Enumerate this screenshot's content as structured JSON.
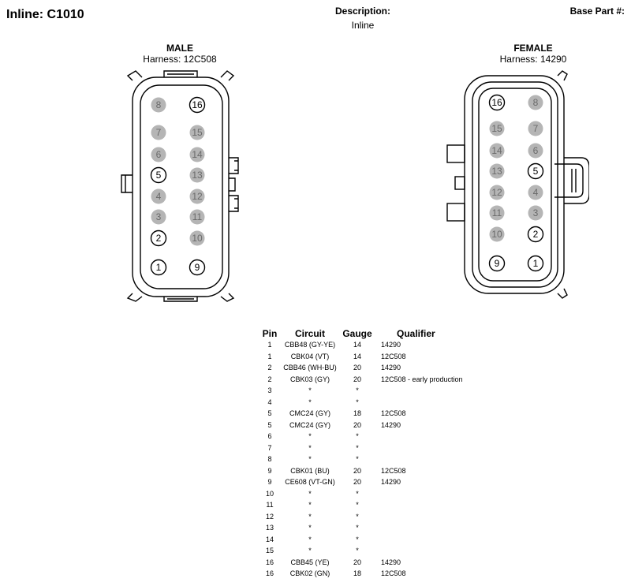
{
  "header": {
    "title": "Inline: C1010",
    "description_label": "Description:",
    "description_value": "Inline",
    "base_part_label": "Base Part #:"
  },
  "male": {
    "label": "MALE",
    "harness": "Harness: 12C508",
    "pins": [
      {
        "label": "8",
        "filled": true
      },
      {
        "label": "16",
        "filled": false
      },
      {
        "label": "7",
        "filled": true
      },
      {
        "label": "15",
        "filled": true
      },
      {
        "label": "6",
        "filled": true
      },
      {
        "label": "14",
        "filled": true
      },
      {
        "label": "5",
        "filled": false
      },
      {
        "label": "13",
        "filled": true
      },
      {
        "label": "4",
        "filled": true
      },
      {
        "label": "12",
        "filled": true
      },
      {
        "label": "3",
        "filled": true
      },
      {
        "label": "11",
        "filled": true
      },
      {
        "label": "2",
        "filled": false
      },
      {
        "label": "10",
        "filled": true
      },
      {
        "label": "1",
        "filled": false
      },
      {
        "label": "9",
        "filled": false
      }
    ]
  },
  "female": {
    "label": "FEMALE",
    "harness": "Harness: 14290",
    "pins": [
      {
        "label": "16",
        "filled": false
      },
      {
        "label": "8",
        "filled": true
      },
      {
        "label": "15",
        "filled": true
      },
      {
        "label": "7",
        "filled": true
      },
      {
        "label": "14",
        "filled": true
      },
      {
        "label": "6",
        "filled": true
      },
      {
        "label": "13",
        "filled": true
      },
      {
        "label": "5",
        "filled": false
      },
      {
        "label": "12",
        "filled": true
      },
      {
        "label": "4",
        "filled": true
      },
      {
        "label": "11",
        "filled": true
      },
      {
        "label": "3",
        "filled": true
      },
      {
        "label": "10",
        "filled": true
      },
      {
        "label": "2",
        "filled": false
      },
      {
        "label": "9",
        "filled": false
      },
      {
        "label": "1",
        "filled": false
      }
    ]
  },
  "colors": {
    "filled_pin": "#b5b5b5",
    "filled_pin_text": "#6a6a6a",
    "outline": "#000000"
  },
  "table": {
    "headers": {
      "pin": "Pin",
      "circuit": "Circuit",
      "gauge": "Gauge",
      "qualifier": "Qualifier"
    },
    "rows": [
      {
        "pin": "1",
        "circuit": "CBB48 (GY-YE)",
        "gauge": "14",
        "qualifier": "14290"
      },
      {
        "pin": "1",
        "circuit": "CBK04 (VT)",
        "gauge": "14",
        "qualifier": "12C508"
      },
      {
        "pin": "2",
        "circuit": "CBB46 (WH-BU)",
        "gauge": "20",
        "qualifier": "14290"
      },
      {
        "pin": "2",
        "circuit": "CBK03 (GY)",
        "gauge": "20",
        "qualifier": "12C508 - early production"
      },
      {
        "pin": "3",
        "circuit": "*",
        "gauge": "*",
        "qualifier": ""
      },
      {
        "pin": "4",
        "circuit": "*",
        "gauge": "*",
        "qualifier": ""
      },
      {
        "pin": "5",
        "circuit": "CMC24 (GY)",
        "gauge": "18",
        "qualifier": "12C508"
      },
      {
        "pin": "5",
        "circuit": "CMC24 (GY)",
        "gauge": "20",
        "qualifier": "14290"
      },
      {
        "pin": "6",
        "circuit": "*",
        "gauge": "*",
        "qualifier": ""
      },
      {
        "pin": "7",
        "circuit": "*",
        "gauge": "*",
        "qualifier": ""
      },
      {
        "pin": "8",
        "circuit": "*",
        "gauge": "*",
        "qualifier": ""
      },
      {
        "pin": "9",
        "circuit": "CBK01 (BU)",
        "gauge": "20",
        "qualifier": "12C508"
      },
      {
        "pin": "9",
        "circuit": "CE608 (VT-GN)",
        "gauge": "20",
        "qualifier": "14290"
      },
      {
        "pin": "10",
        "circuit": "*",
        "gauge": "*",
        "qualifier": ""
      },
      {
        "pin": "11",
        "circuit": "*",
        "gauge": "*",
        "qualifier": ""
      },
      {
        "pin": "12",
        "circuit": "*",
        "gauge": "*",
        "qualifier": ""
      },
      {
        "pin": "13",
        "circuit": "*",
        "gauge": "*",
        "qualifier": ""
      },
      {
        "pin": "14",
        "circuit": "*",
        "gauge": "*",
        "qualifier": ""
      },
      {
        "pin": "15",
        "circuit": "*",
        "gauge": "*",
        "qualifier": ""
      },
      {
        "pin": "16",
        "circuit": "CBB45 (YE)",
        "gauge": "20",
        "qualifier": "14290"
      },
      {
        "pin": "16",
        "circuit": "CBK02 (GN)",
        "gauge": "18",
        "qualifier": "12C508"
      }
    ]
  }
}
